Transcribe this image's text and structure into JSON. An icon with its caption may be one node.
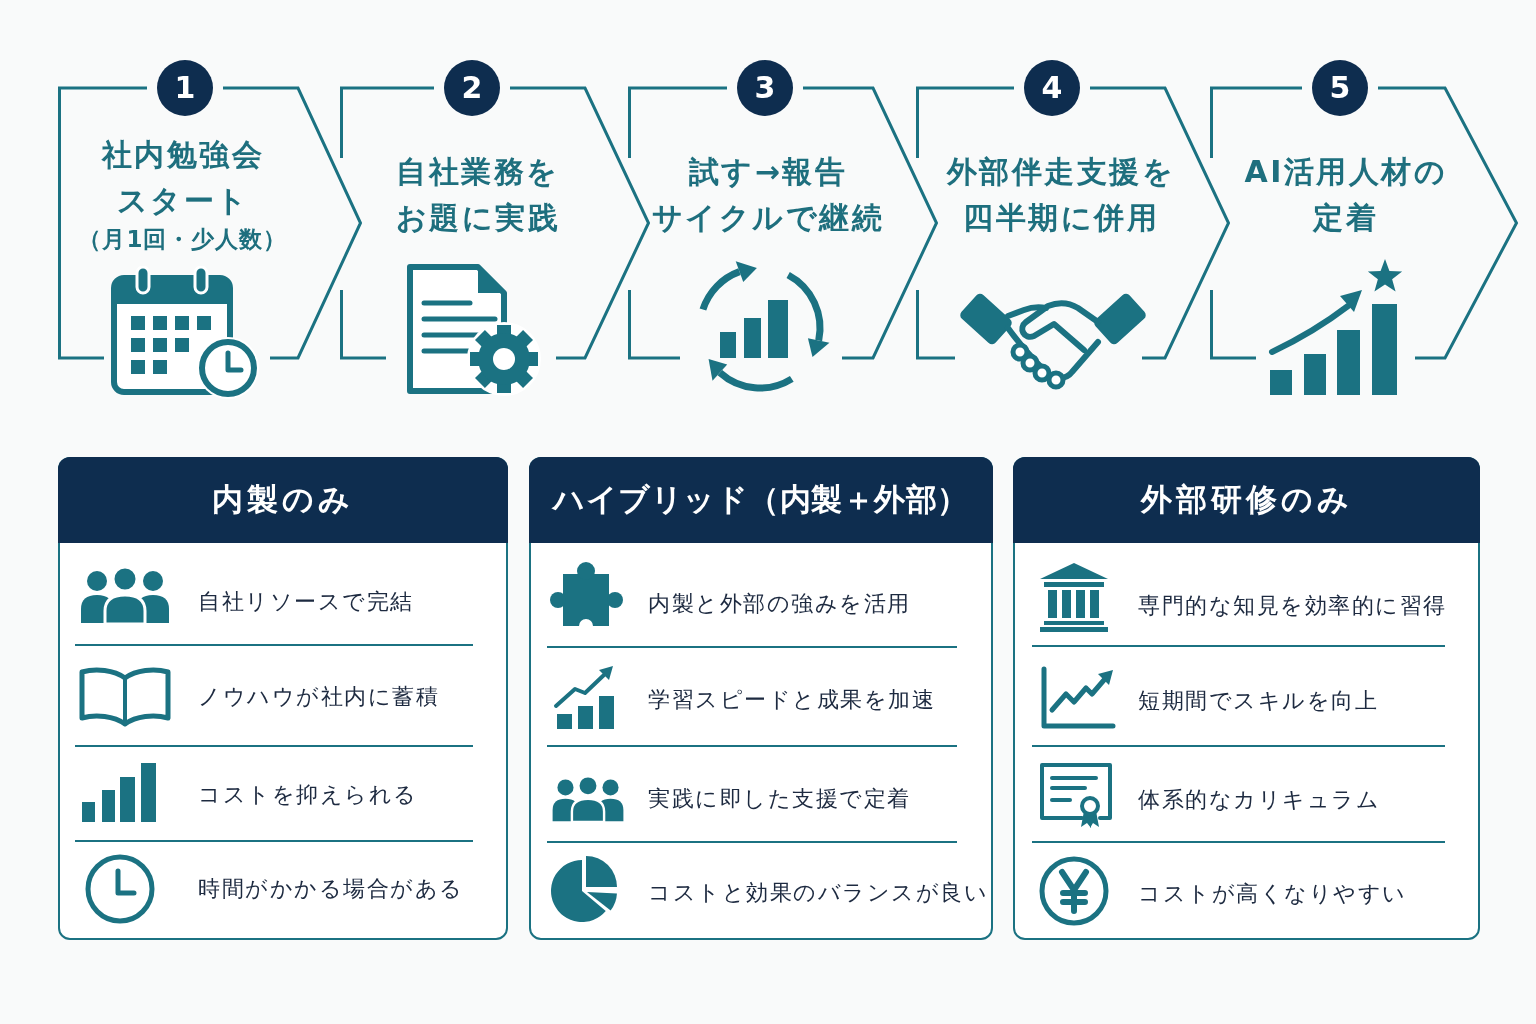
{
  "diagram": {
    "nodes": [
      {
        "text": [
          "1",
          "社内勉強会スタート",
          "（月1回・少人数）"
        ]
      },
      {
        "text": [
          "2",
          "自社業務をお題に実践"
        ]
      },
      {
        "text": [
          "3",
          "試す→報告サイクルで継続"
        ]
      },
      {
        "text": [
          "4",
          "外部伴走支援を四半期に併用"
        ]
      },
      {
        "text": [
          "5",
          "AI活用人材の定着"
        ]
      },
      {
        "text": [
          "内製のみ",
          "自社リソースで完結",
          "ノウハウが社内に蓄積",
          "コストを抑えられる",
          "時間がかかる場合がある"
        ]
      },
      {
        "text": [
          "ハイブリッド（内製＋外部）",
          "内製と外部の強みを活用",
          "学習スピードと成果を加速",
          "実践に即した支援で定着",
          "コストと効果のバランスが良い"
        ]
      },
      {
        "text": [
          "外部研修のみ",
          "専門的な知見を効率的に習得",
          "短期間でスキルを向上",
          "体系的なカリキュラム",
          "コストが高くなりやすい"
        ]
      }
    ]
  }
}
